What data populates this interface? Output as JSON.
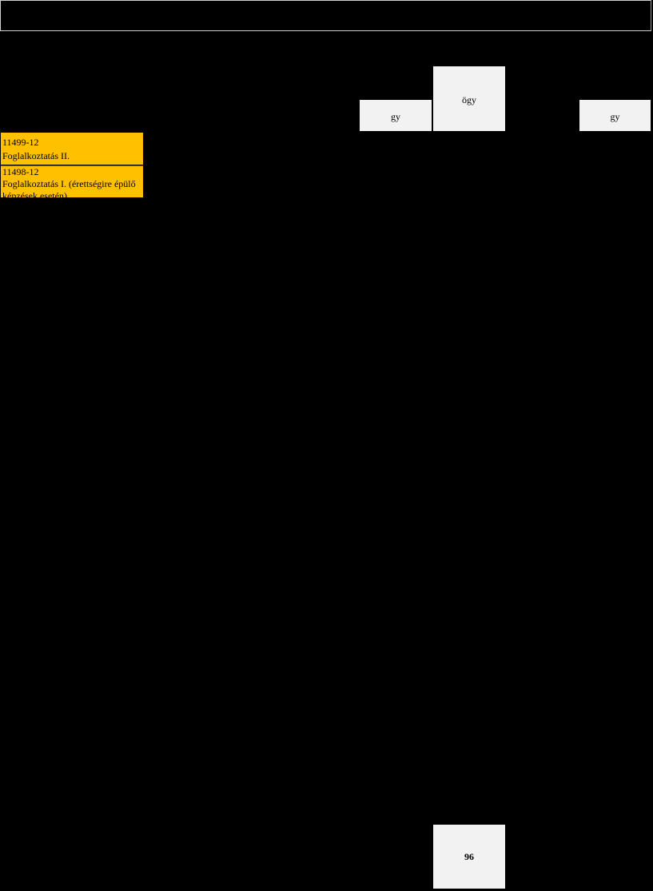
{
  "table": {
    "header_cells": {
      "col1_label": "gy",
      "col2_label": "ögy",
      "col3_label": "gy"
    },
    "modules": [
      {
        "code": "11499-12",
        "name": "Foglalkoztatás II."
      },
      {
        "code": "11498-12",
        "name": "Foglalkoztatás I. (érettségire épülő képzések esetén)"
      }
    ],
    "total_value": "96"
  },
  "colors": {
    "background": "#000000",
    "header_cell": "#f2f2f2",
    "module_highlight": "#ffc000"
  }
}
